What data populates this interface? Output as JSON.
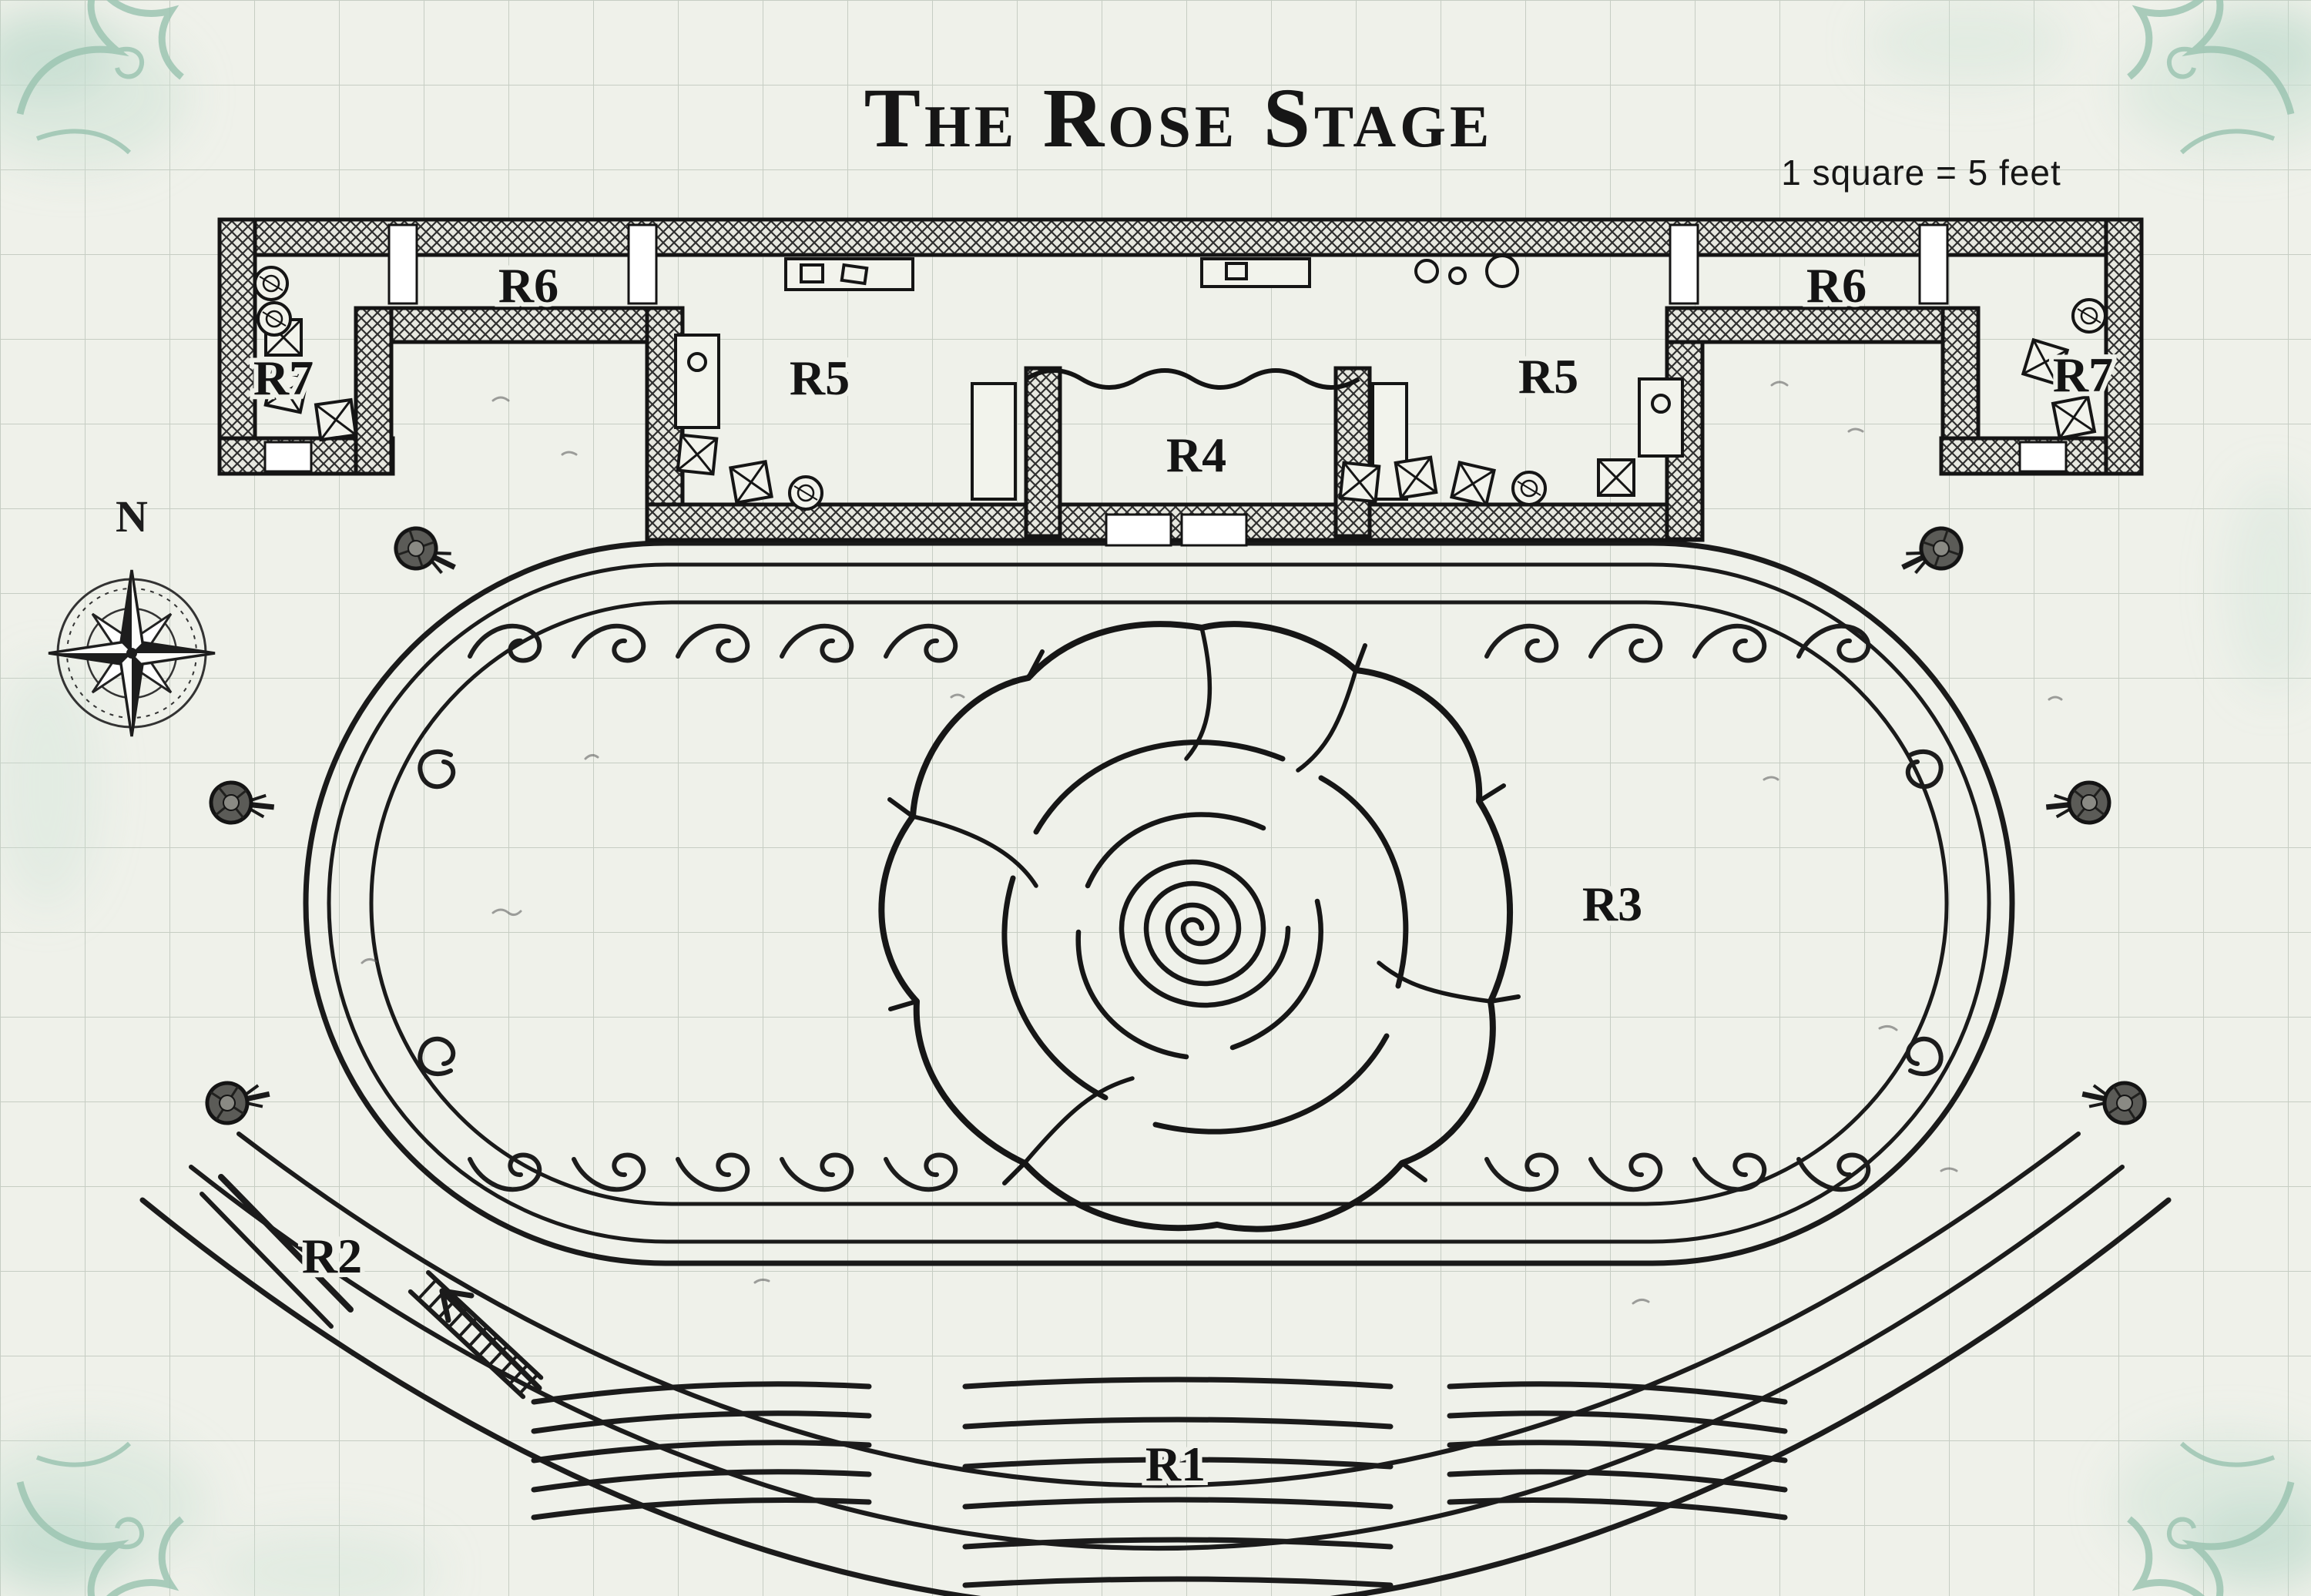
{
  "title": "The Rose Stage",
  "scale_note": "1 square = 5 feet",
  "compass": {
    "north_label": "N"
  },
  "labels": [
    {
      "id": "r6-left",
      "text": "R6"
    },
    {
      "id": "r7-left",
      "text": "R7"
    },
    {
      "id": "r5-left",
      "text": "R5"
    },
    {
      "id": "r4",
      "text": "R4"
    },
    {
      "id": "r5-right",
      "text": "R5"
    },
    {
      "id": "r6-right",
      "text": "R6"
    },
    {
      "id": "r7-right",
      "text": "R7"
    },
    {
      "id": "r3",
      "text": "R3"
    },
    {
      "id": "r2",
      "text": "R2"
    },
    {
      "id": "r1",
      "text": "R1"
    }
  ],
  "colors": {
    "ink": "#1b1b1b",
    "paper": "#eff1ea",
    "grid_line": "#c6cdc3",
    "accent_flourish": "#9cc4b2"
  },
  "icons": {
    "compass": "compass-rose-icon",
    "crate": "crate-icon",
    "barrel": "barrel-icon",
    "wall_lamp": "sconce-icon",
    "wave": "wave-scroll-icon",
    "rose": "rose-illustration",
    "stairs": "stairs-arrow-icon"
  }
}
